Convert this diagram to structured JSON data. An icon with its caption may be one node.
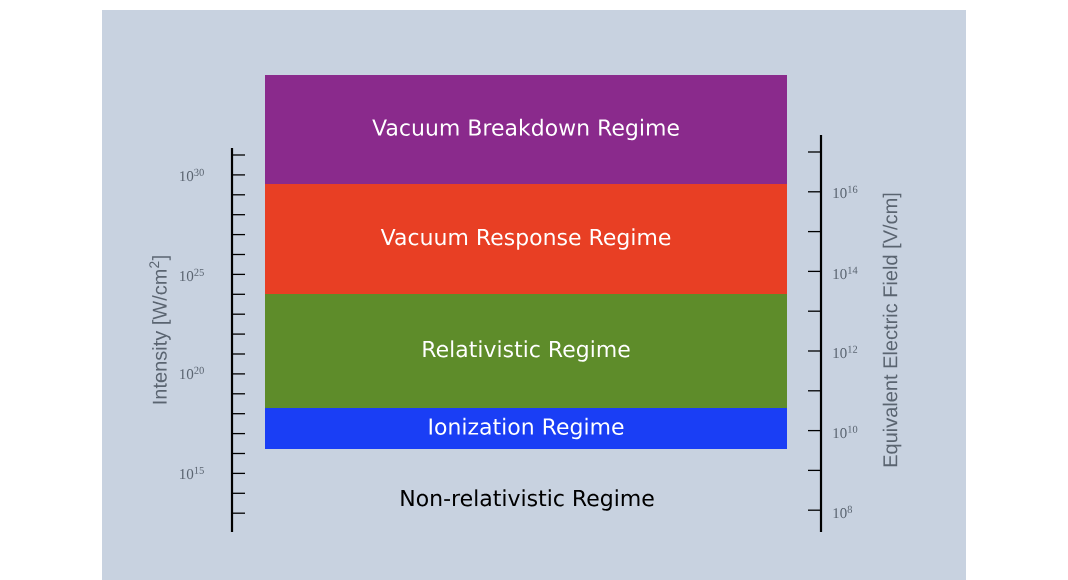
{
  "diagram": {
    "nodes": [
      {
        "text": [
          "Vacuum Breakdown Regime"
        ]
      },
      {
        "text": [
          "Vacuum Response Regime"
        ]
      },
      {
        "text": [
          "Relativistic Regime"
        ]
      },
      {
        "text": [
          "Ionization Regime"
        ]
      }
    ],
    "edges": [],
    "labels": [
      "10$^{30}$",
      "10$^{25}$",
      "10$^{20}$",
      "10$^{15}$",
      "Intensity [W/cm$^{2}$]",
      "Non-relativistic Regime",
      "10$^{16}$",
      "10$^{14}$",
      "10$^{12}$",
      "10$^{10}$",
      "10$^{8}$",
      "Equivalent Electric Field  [V/cm]"
    ]
  }
}
